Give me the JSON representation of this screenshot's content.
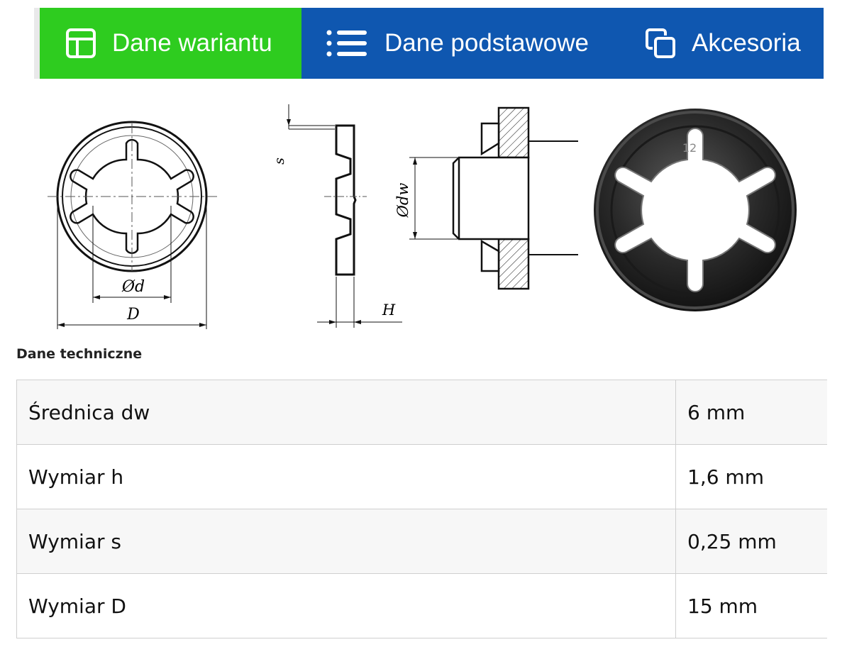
{
  "tabs": [
    {
      "label": "Dane wariantu",
      "icon": "layout-icon",
      "active": true,
      "color": "#2ecc1f"
    },
    {
      "label": "Dane podstawowe",
      "icon": "list-icon",
      "active": false,
      "color": "#0f57b0"
    },
    {
      "label": "Akcesoria",
      "icon": "copy-icon",
      "active": false,
      "color": "#0f57b0"
    }
  ],
  "drawing": {
    "labels": {
      "d": "Ød",
      "D": "D",
      "s": "s",
      "dw": "Ødw",
      "H": "H",
      "photo_mark": "12"
    }
  },
  "section_title": "Dane techniczne",
  "specs": [
    {
      "name": "Średnica dw",
      "value": "6 mm"
    },
    {
      "name": "Wymiar h",
      "value": "1,6 mm"
    },
    {
      "name": "Wymiar s",
      "value": "0,25 mm"
    },
    {
      "name": "Wymiar D",
      "value": "15 mm"
    }
  ]
}
